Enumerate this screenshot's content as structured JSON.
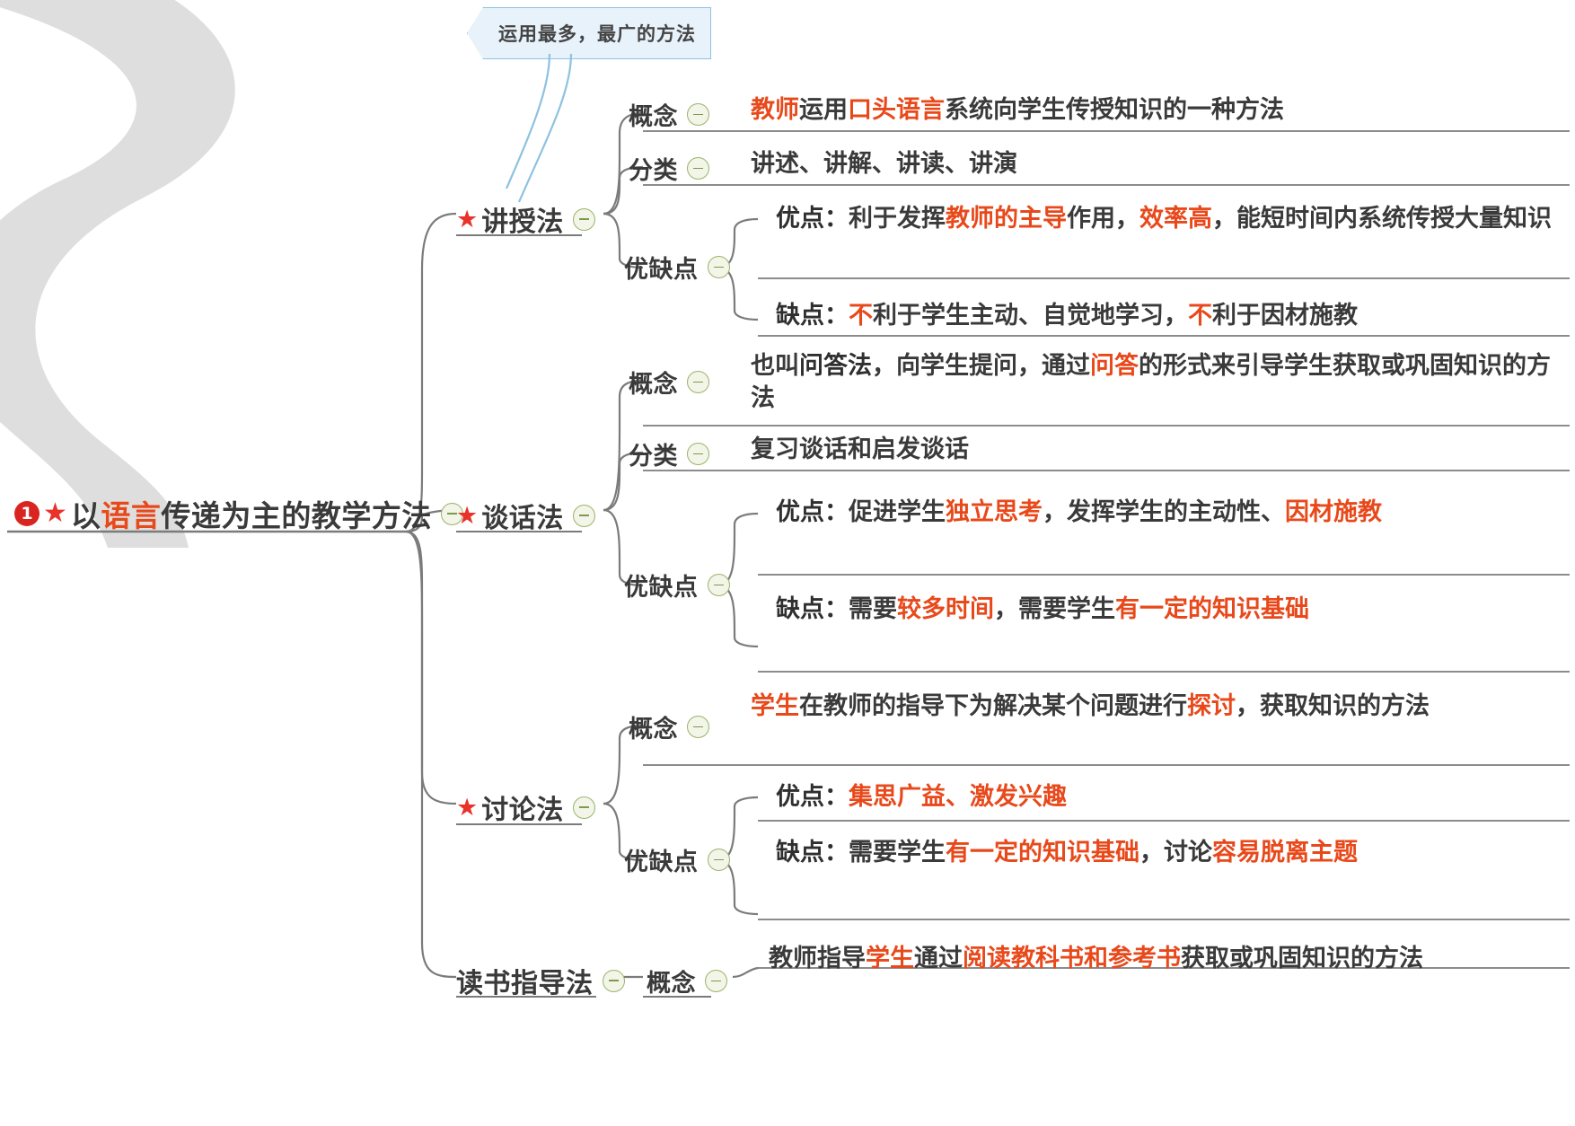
{
  "callout": {
    "text": "运用最多，最广的方法"
  },
  "root": {
    "number": "1",
    "star": "★",
    "text_plain_1": "以",
    "text_hl": "语言",
    "text_plain_2": "传递为主的教学方法"
  },
  "branches": [
    {
      "id": "jiangshoufa",
      "star": "★",
      "label": "讲授法",
      "children": [
        {
          "label": "概念",
          "lines": [
            {
              "segments": [
                {
                  "t": "教师",
                  "c": "hl"
                },
                {
                  "t": "运用",
                  "c": ""
                },
                {
                  "t": "口头语言",
                  "c": "hl"
                },
                {
                  "t": "系统向学生传授知识的一种方法",
                  "c": ""
                }
              ]
            }
          ]
        },
        {
          "label": "分类",
          "lines": [
            {
              "segments": [
                {
                  "t": "讲述、讲解、讲读、讲演",
                  "c": ""
                }
              ]
            }
          ]
        },
        {
          "label": "优缺点",
          "lines": [
            {
              "segments": [
                {
                  "t": "优点：",
                  "c": "b"
                },
                {
                  "t": "利于发挥",
                  "c": ""
                },
                {
                  "t": "教师的主导",
                  "c": "hl"
                },
                {
                  "t": "作用，",
                  "c": ""
                },
                {
                  "t": "效率高",
                  "c": "hl"
                },
                {
                  "t": "，能短时间内系统传授大量知识",
                  "c": ""
                }
              ]
            },
            {
              "segments": [
                {
                  "t": "缺点：",
                  "c": "b"
                },
                {
                  "t": "不",
                  "c": "hl"
                },
                {
                  "t": "利于学生主动、自觉地学习，",
                  "c": ""
                },
                {
                  "t": "不",
                  "c": "hl"
                },
                {
                  "t": "利于因材施教",
                  "c": ""
                }
              ]
            }
          ]
        }
      ]
    },
    {
      "id": "tanhuafa",
      "star": "★",
      "label": "谈话法",
      "children": [
        {
          "label": "概念",
          "lines": [
            {
              "segments": [
                {
                  "t": "也叫",
                  "c": ""
                },
                {
                  "t": "问答法",
                  "c": "b"
                },
                {
                  "t": "，向学生提问，通过",
                  "c": ""
                },
                {
                  "t": "问答",
                  "c": "hl"
                },
                {
                  "t": "的形式来引导学生获取或巩固知识的方法",
                  "c": ""
                }
              ]
            }
          ]
        },
        {
          "label": "分类",
          "lines": [
            {
              "segments": [
                {
                  "t": "复习谈话和启发谈话",
                  "c": ""
                }
              ]
            }
          ]
        },
        {
          "label": "优缺点",
          "lines": [
            {
              "segments": [
                {
                  "t": "优点：",
                  "c": "b"
                },
                {
                  "t": "促进学生",
                  "c": ""
                },
                {
                  "t": "独立思考",
                  "c": "hl"
                },
                {
                  "t": "，发挥学生的主动性、",
                  "c": ""
                },
                {
                  "t": "因材施教",
                  "c": "hl"
                }
              ]
            },
            {
              "segments": [
                {
                  "t": "缺点：",
                  "c": "b"
                },
                {
                  "t": "需要",
                  "c": ""
                },
                {
                  "t": "较多时间",
                  "c": "hl"
                },
                {
                  "t": "，需要学生",
                  "c": ""
                },
                {
                  "t": "有一定的知识基础",
                  "c": "hl"
                }
              ]
            }
          ]
        }
      ]
    },
    {
      "id": "taolunfa",
      "star": "★",
      "label": "讨论法",
      "children": [
        {
          "label": "概念",
          "lines": [
            {
              "segments": [
                {
                  "t": "学生",
                  "c": "hl"
                },
                {
                  "t": "在教师的指导下为解决某个问题进行",
                  "c": ""
                },
                {
                  "t": "探讨",
                  "c": "hl"
                },
                {
                  "t": "，获取知识的方法",
                  "c": ""
                }
              ]
            }
          ]
        },
        {
          "label": "优缺点",
          "lines": [
            {
              "segments": [
                {
                  "t": "优点：",
                  "c": "b"
                },
                {
                  "t": "集思广益、激发兴趣",
                  "c": "hl"
                }
              ]
            },
            {
              "segments": [
                {
                  "t": "缺点：",
                  "c": "b"
                },
                {
                  "t": "需要学生",
                  "c": ""
                },
                {
                  "t": "有一定的知识基础",
                  "c": "hl"
                },
                {
                  "t": "，讨论",
                  "c": ""
                },
                {
                  "t": "容易脱离主题",
                  "c": "hl"
                }
              ]
            }
          ]
        }
      ]
    },
    {
      "id": "dushuzhidaofa",
      "star": "",
      "label": "读书指导法",
      "children": [
        {
          "label": "概念",
          "lines": [
            {
              "segments": [
                {
                  "t": "教师指导",
                  "c": ""
                },
                {
                  "t": "学生",
                  "c": "hl"
                },
                {
                  "t": "通过",
                  "c": ""
                },
                {
                  "t": "阅读教科书和参考书",
                  "c": "hl"
                },
                {
                  "t": "获取或巩固知识的方法",
                  "c": ""
                }
              ]
            }
          ]
        }
      ]
    }
  ],
  "icons": {
    "toggle": "collapse-toggle-icon",
    "star": "star-icon",
    "number_badge": "number-badge-icon"
  },
  "colors": {
    "highlight": "#e8491b",
    "star": "#e8322a",
    "badge": "#d9241f",
    "text": "#3a3a3a",
    "toggle_border": "#9bb36a",
    "callout_bg": "#e8f2fa",
    "callout_border": "#8ec2e0",
    "connector": "#7b7b7b"
  }
}
